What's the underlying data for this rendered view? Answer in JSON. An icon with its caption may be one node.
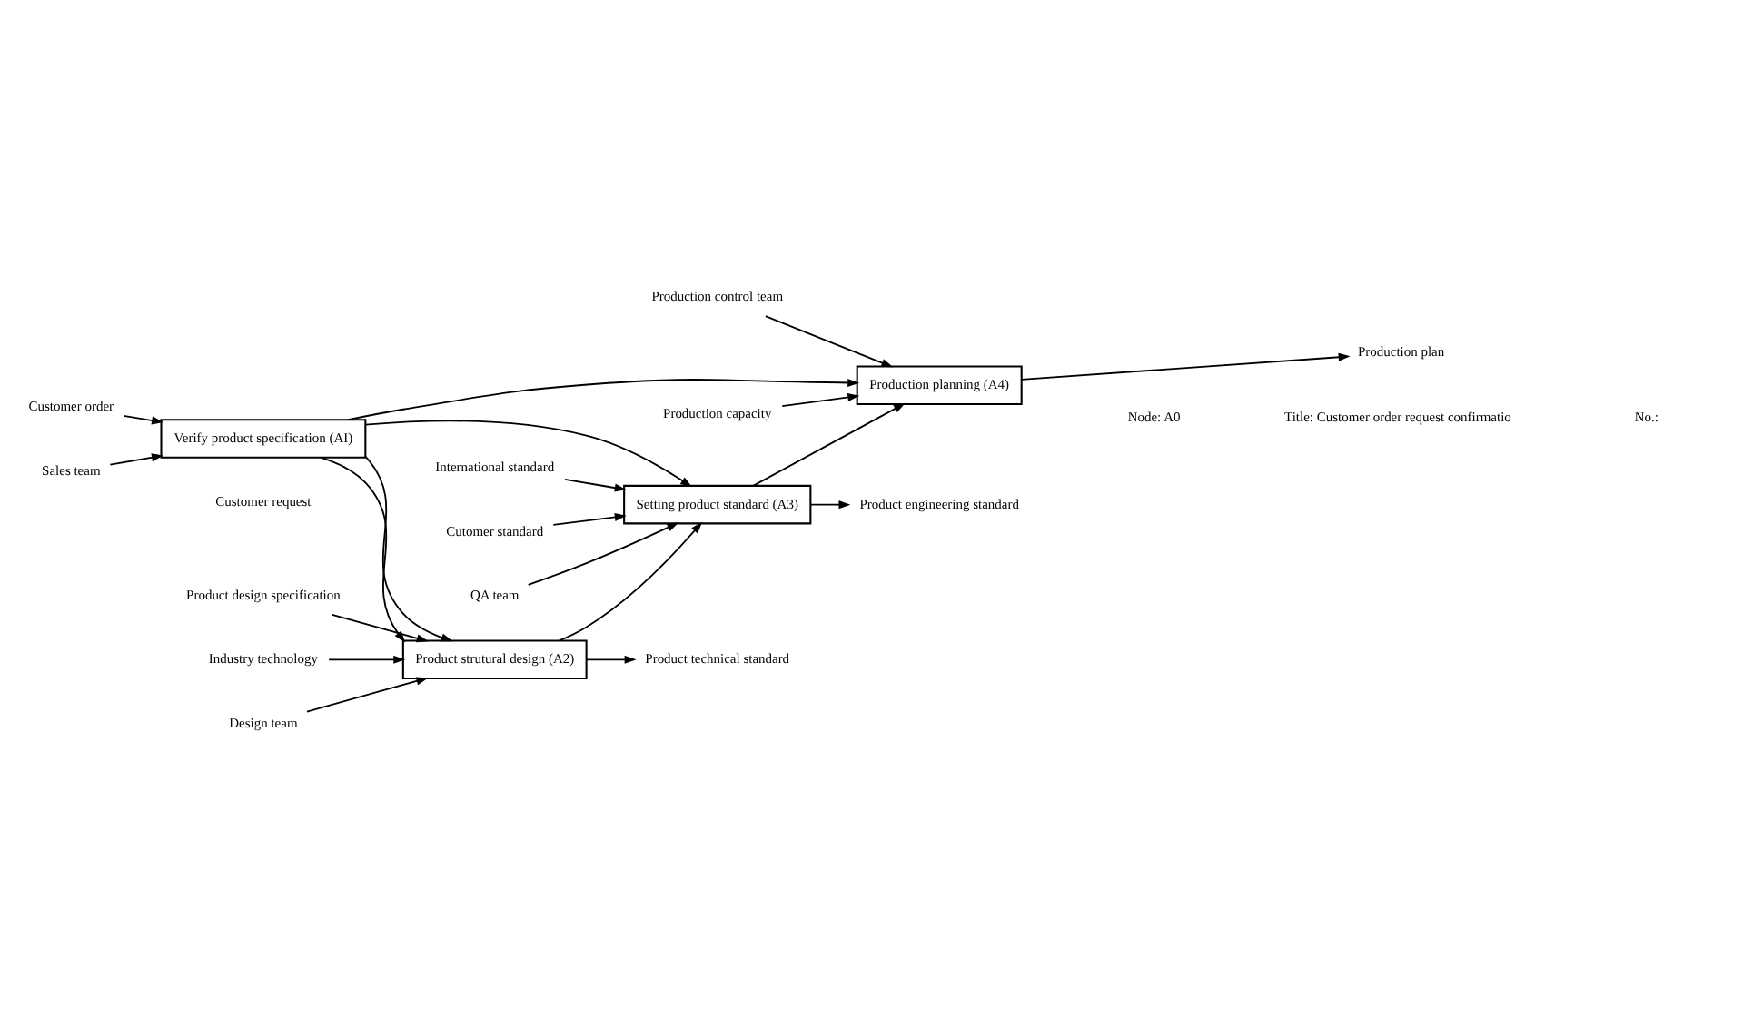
{
  "diagram": {
    "nodes": [
      {
        "text": [
          "Verify product specification (AI)"
        ]
      },
      {
        "text": [
          "Product strutural design (A2)"
        ]
      },
      {
        "text": [
          "Setting product standard (A3)"
        ]
      },
      {
        "text": [
          "Production planning (A4)"
        ]
      },
      {
        "text": [
          "Customer order"
        ]
      },
      {
        "text": [
          "Product design specification"
        ]
      },
      {
        "text": [
          "Industry technology"
        ]
      },
      {
        "text": [
          "International standard"
        ]
      },
      {
        "text": [
          "Cutomer standard"
        ]
      },
      {
        "text": [
          "Sales team"
        ]
      },
      {
        "text": [
          "Design team"
        ]
      },
      {
        "text": [
          "QA team"
        ]
      },
      {
        "text": [
          "Production capacity"
        ]
      },
      {
        "text": [
          "Product technical standard"
        ]
      },
      {
        "text": [
          "Product engineering standard"
        ]
      },
      {
        "text": [
          "Production plan"
        ]
      },
      {
        "text": [
          "Production control team"
        ]
      }
    ],
    "edges": [
      {
        "from": 4,
        "to": 0,
        "arrow": "to"
      },
      {
        "from": 0,
        "to": 1,
        "arrow": "to"
      },
      {
        "from": 0,
        "to": 1,
        "arrow": "to"
      },
      {
        "from": 0,
        "to": 2,
        "arrow": "to"
      },
      {
        "from": 0,
        "to": 3,
        "arrow": "to"
      },
      {
        "from": 9,
        "to": 0,
        "arrow": "to"
      },
      {
        "from": 5,
        "to": 1,
        "arrow": "to"
      },
      {
        "from": 6,
        "to": 1,
        "arrow": "to"
      },
      {
        "from": 10,
        "to": 1,
        "arrow": "to"
      },
      {
        "from": 1,
        "to": 13,
        "arrow": "to"
      },
      {
        "from": 1,
        "to": 2,
        "arrow": "to"
      },
      {
        "from": 7,
        "to": 2,
        "arrow": "to"
      },
      {
        "from": 8,
        "to": 2,
        "arrow": "to"
      },
      {
        "from": 11,
        "to": 2,
        "arrow": "to"
      },
      {
        "from": 2,
        "to": 14,
        "arrow": "to"
      },
      {
        "from": 2,
        "to": 3,
        "arrow": "to"
      },
      {
        "from": 12,
        "to": 3,
        "arrow": "to"
      },
      {
        "from": 16,
        "to": 3,
        "arrow": "to"
      },
      {
        "from": 3,
        "to": 15,
        "arrow": "to"
      }
    ],
    "labels": [
      "Customer request",
      "Node: A0",
      "Title: Customer order request confirmatio",
      "No.:"
    ]
  }
}
